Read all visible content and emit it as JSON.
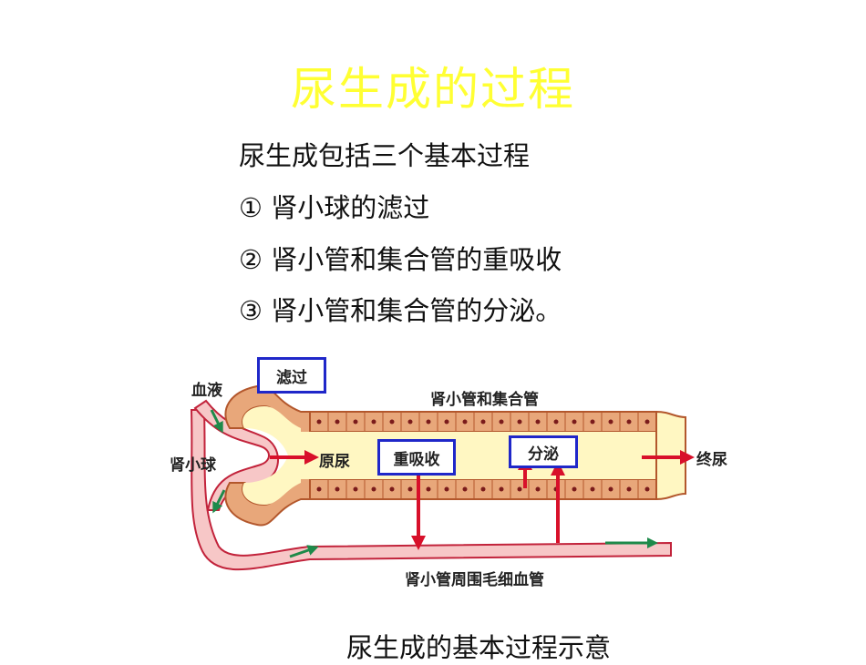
{
  "title": "尿生成的过程",
  "intro": "尿生成包括三个基本过程",
  "steps": [
    "① 肾小球的滤过",
    "② 肾小管和集合管的重吸收",
    "③ 肾小管和集合管的分泌。"
  ],
  "diagram": {
    "blood": "血液",
    "glomerulus": "肾小球",
    "filtration": "滤过",
    "tubule": "肾小管和集合管",
    "primary_urine": "原尿",
    "reabsorption": "重吸收",
    "secretion": "分泌",
    "final_urine": "终尿",
    "capillary": "肾小管周围毛细血管"
  },
  "bottom_text": "尿生成的基本过程示意",
  "colors": {
    "title": "#ffff33",
    "box_border": "#1f27c9",
    "arrow": "#d8102a",
    "tubule_wall": "#e8a77a",
    "lumen": "#fff7c2",
    "vessel": "#f7c7c7",
    "flow": "#1e8a4a"
  }
}
